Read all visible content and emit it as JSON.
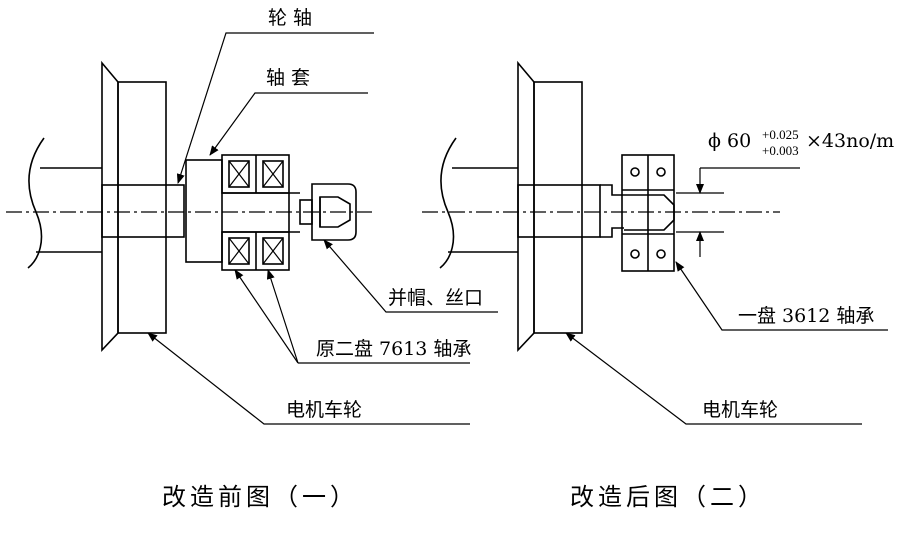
{
  "labels": {
    "axle": "轮 轴",
    "sleeve": "轴 套",
    "nut_thread": "并帽、丝口",
    "orig_bearing": "原二盘 7613 轴承",
    "wheel_left": "电机车轮",
    "new_bearing": "一盘 3612 轴承",
    "wheel_right": "电机车轮",
    "dim_prefix": "ϕ 60",
    "dim_upper": "+0.025",
    "dim_lower": "+0.003",
    "dim_suffix": "×43no/m"
  },
  "captions": {
    "before": "改造前图（一）",
    "after": "改造后图（二）"
  }
}
